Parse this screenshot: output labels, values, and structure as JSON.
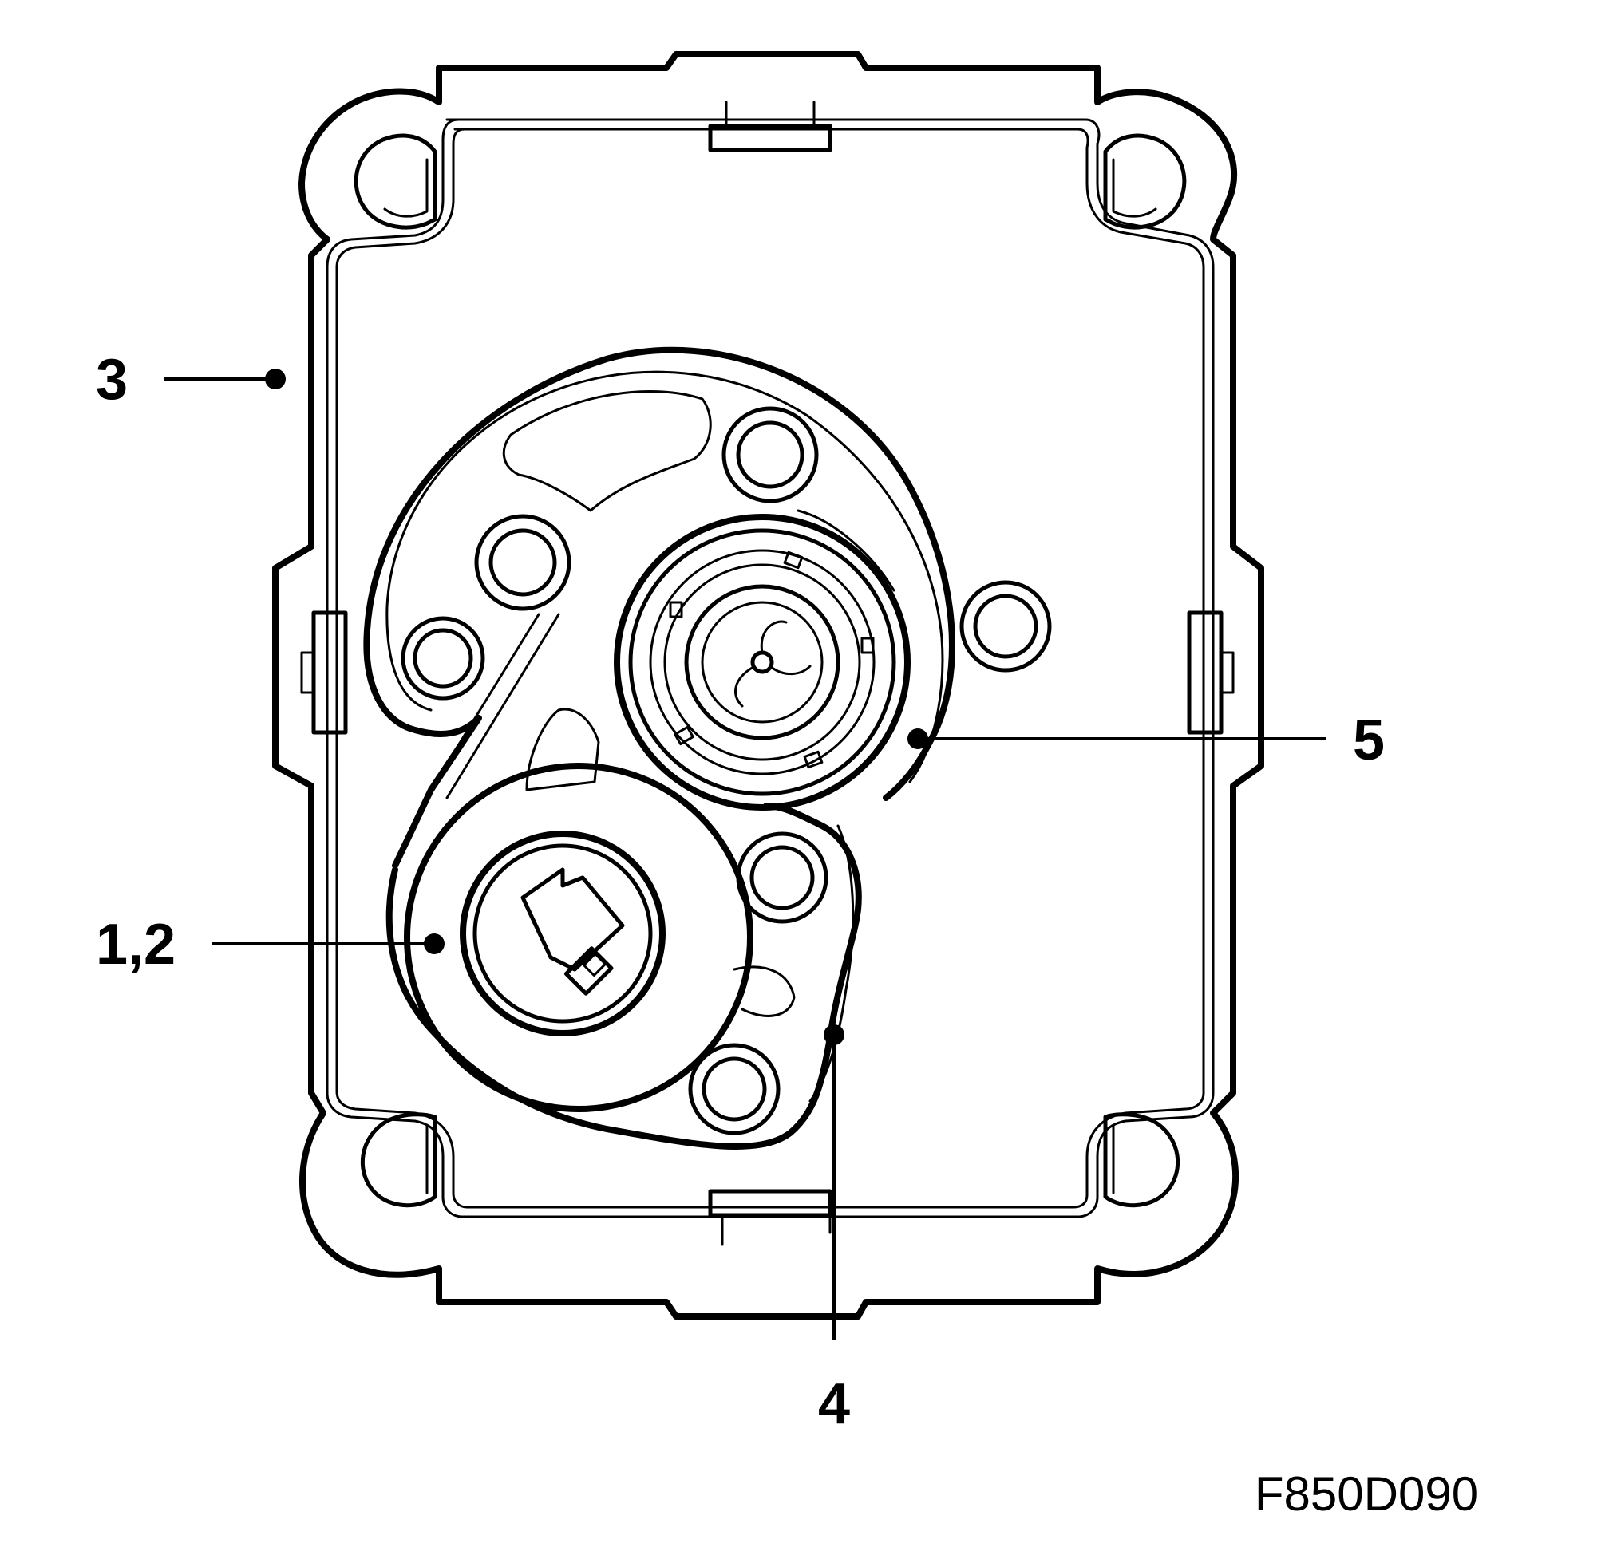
{
  "callouts": {
    "item_3": "3",
    "item_5": "5",
    "item_1_2": "1,2",
    "item_4": "4"
  },
  "figure_code": "F850D090"
}
